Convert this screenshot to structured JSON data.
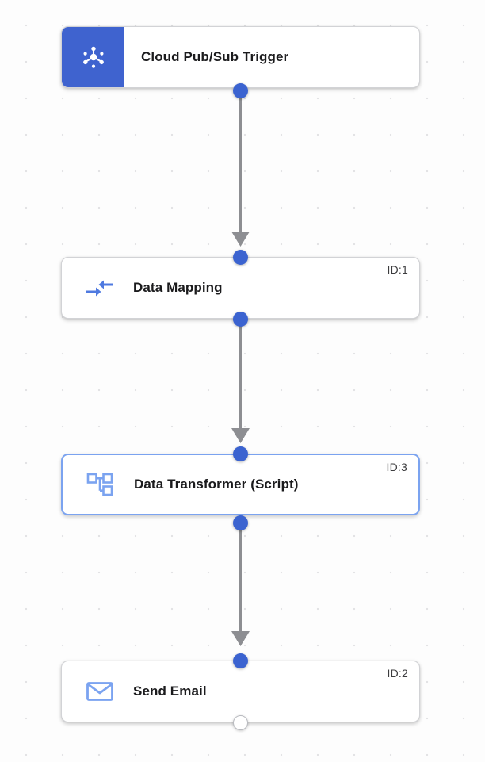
{
  "canvas": {
    "label": "workflow-canvas",
    "background_color": "#fdfdfd",
    "grid_dot_color": "#e3e3e5"
  },
  "theme": {
    "accent_blue": "#3f63cf",
    "port_blue": "#3b63d0",
    "icon_blue": "#7ba3f0",
    "selected_border": "#7ba3f0",
    "edge_gray": "#8d8e92",
    "node_border": "#d2d3d6",
    "node_background": "#ffffff",
    "title_color": "#1b1b1d",
    "id_color": "#3c3c3e"
  },
  "nodes": [
    {
      "title": "Cloud Pub/Sub Trigger",
      "icon": "pubsub-hub-icon",
      "id_label": "",
      "kind": "trigger",
      "selected": false,
      "has_input_port": false,
      "has_output_port": true
    },
    {
      "title": "Data Mapping",
      "icon": "data-mapping-arrows-icon",
      "id_label": "ID:1",
      "kind": "action",
      "selected": false,
      "has_input_port": true,
      "has_output_port": true
    },
    {
      "title": "Data Transformer (Script)",
      "icon": "hierarchy-nodes-icon",
      "id_label": "ID:3",
      "kind": "action",
      "selected": true,
      "has_input_port": true,
      "has_output_port": true
    },
    {
      "title": "Send Email",
      "icon": "envelope-icon",
      "id_label": "ID:2",
      "kind": "action",
      "selected": false,
      "has_input_port": true,
      "has_output_port": true
    }
  ],
  "edges": [
    {
      "from": "Cloud Pub/Sub Trigger",
      "to": "Data Mapping",
      "arrow": "down"
    },
    {
      "from": "Data Mapping",
      "to": "Data Transformer (Script)",
      "arrow": "down"
    },
    {
      "from": "Data Transformer (Script)",
      "to": "Send Email",
      "arrow": "down"
    }
  ]
}
